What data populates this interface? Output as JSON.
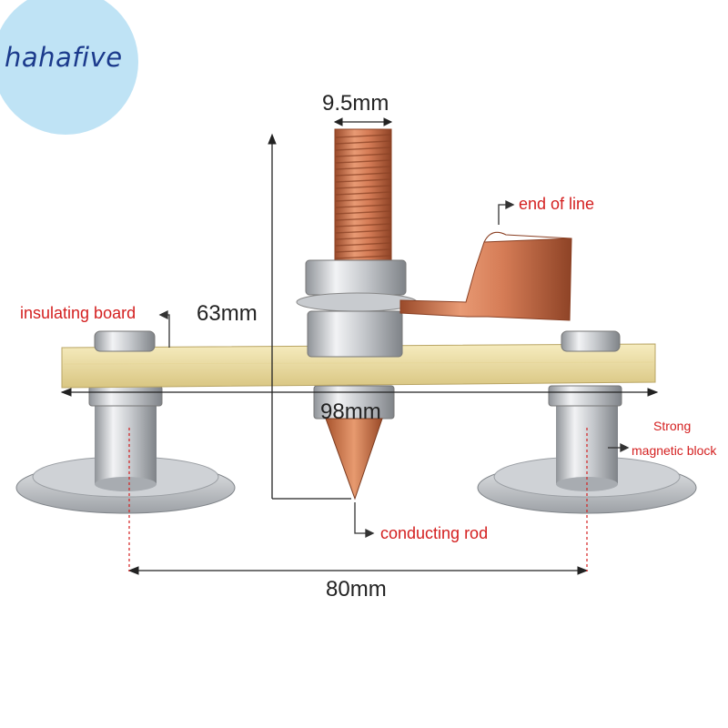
{
  "watermark": {
    "text": "hahafive"
  },
  "dimensions": {
    "thread_diameter": "9.5mm",
    "height": "63mm",
    "board_length": "98mm",
    "magnet_spacing": "80mm"
  },
  "callouts": {
    "end_of_line": "end of line",
    "insulating_board": "insulating board",
    "conducting_rod": "conducting rod",
    "magnetic_block_line1": "Strong",
    "magnetic_block_line2": "magnetic block"
  },
  "colors": {
    "copper": "#c8704a",
    "board": "#efe2a8",
    "steel": "#c9ccd0",
    "label_red": "#d42020",
    "watermark_circle": "#bfe3f5",
    "watermark_text": "#1b3a8c"
  }
}
